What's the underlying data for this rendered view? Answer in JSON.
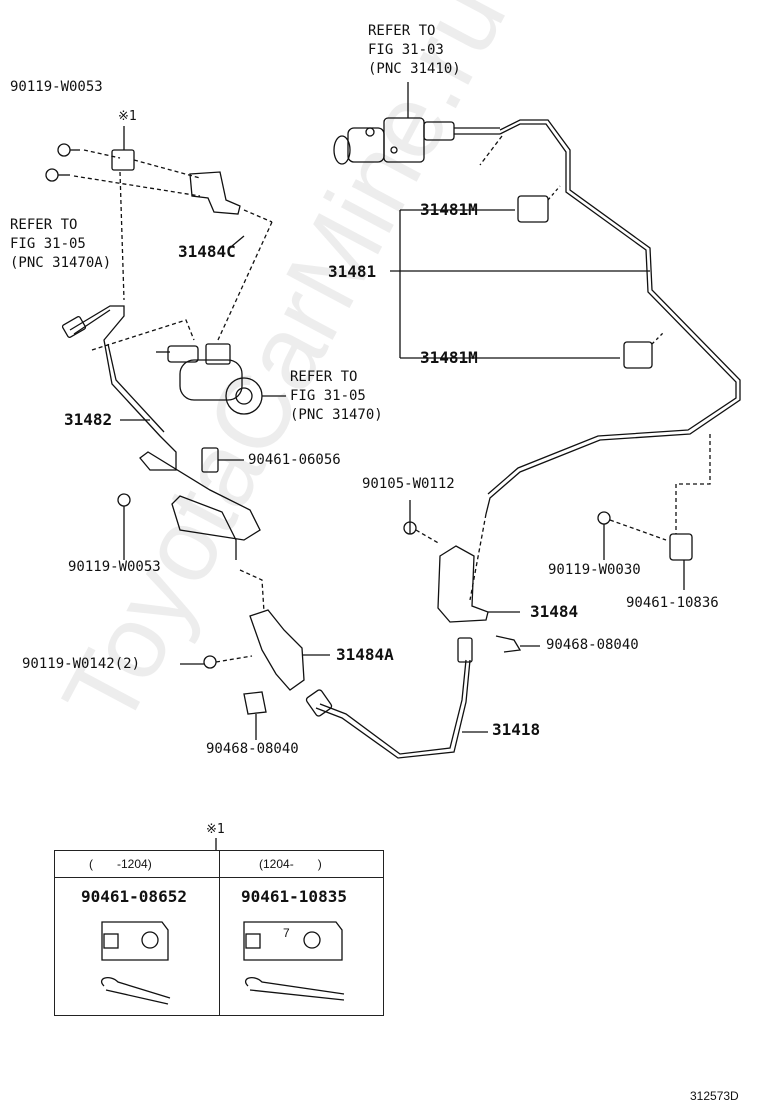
{
  "diagram_id": "312573D",
  "watermark": "ToyotaCarMine.ru",
  "note_symbol": "※1",
  "refs": {
    "top": [
      "REFER TO",
      "FIG 31-03",
      "(PNC 31410)"
    ],
    "left": [
      "REFER TO",
      "FIG 31-05",
      "(PNC 31470A)"
    ],
    "middle": [
      "REFER TO",
      "FIG 31-05",
      "(PNC 31470)"
    ]
  },
  "parts": {
    "p_90119_W0053_top": "90119-W0053",
    "p_31484C": "31484C",
    "p_31481M_a": "31481M",
    "p_31481": "31481",
    "p_31481M_b": "31481M",
    "p_31482": "31482",
    "p_90461_06056": "90461-06056",
    "p_90105_W0112": "90105-W0112",
    "p_90119_W0053_bot": "90119-W0053",
    "p_90119_W0030": "90119-W0030",
    "p_31484": "31484",
    "p_90461_10836": "90461-10836",
    "p_90468_08040_r": "90468-08040",
    "p_90119_W0142": "90119-W0142(2)",
    "p_31484A": "31484A",
    "p_31418": "31418",
    "p_90468_08040_l": "90468-08040"
  },
  "table": {
    "col1_header": "(　　-1204)",
    "col2_header": "(1204-　　)",
    "col1_part": "90461-08652",
    "col2_part": "90461-10835",
    "col2_mark": "7"
  }
}
